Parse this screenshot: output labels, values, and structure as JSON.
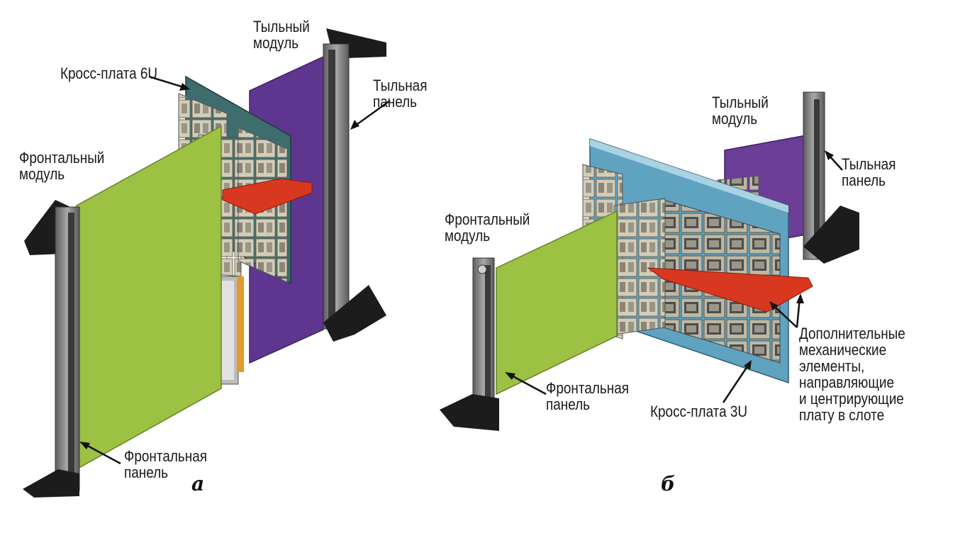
{
  "figure_a": {
    "caption": "а",
    "labels": {
      "rear_module": [
        "Тыльный",
        "модуль"
      ],
      "backplane": [
        "Кросс-плата 6U"
      ],
      "rear_panel": [
        "Тыльная",
        "панель"
      ],
      "front_module": [
        "Фронтальный",
        "модуль"
      ],
      "front_panel": [
        "Фронтальная",
        "панель"
      ]
    }
  },
  "figure_b": {
    "caption": "б",
    "labels": {
      "rear_module": [
        "Тыльный",
        "модуль"
      ],
      "rear_panel": [
        "Тыльная",
        "панель"
      ],
      "front_module": [
        "Фронтальный",
        "модуль"
      ],
      "front_panel": [
        "Фронтальная",
        "панель"
      ],
      "backplane": [
        "Кросс-плата 3U"
      ],
      "mech_elements": [
        "Дополнительные",
        "механические",
        "элементы,",
        "направляющие",
        "и центрирующие",
        "плату в слоте"
      ]
    }
  },
  "colors": {
    "front_pcb": "#9dc143",
    "rear_pcb": "#5e3690",
    "backplane_6u": "#3f6d6d",
    "backplane_3u": "#4f93b5",
    "connector": "#d9d4c0",
    "guide": "#d8381f",
    "panel": "#7d7d7d",
    "handle": "#1c1c1c"
  }
}
